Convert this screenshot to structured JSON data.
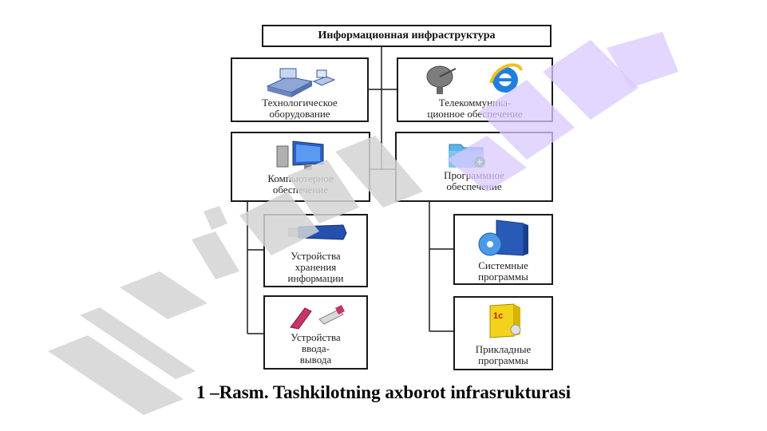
{
  "diagram": {
    "root": "Информационная инфраструктура",
    "nodes": {
      "tech": "Технологическое\nоборудование",
      "telecom": "Телекоммуника-\nционное обеспечение",
      "computer": "Компьютерное\nобеспечение",
      "software": "Программное\nобеспечение",
      "storage": "Устройства\nхранения\nинформации",
      "io": "Устройства\nввода-\nвывода",
      "system": "Системные\nпрограммы",
      "applied": "Прикладные\nпрограммы"
    }
  },
  "caption": "1 –Rasm.  Tashkilotning axborot infrasrukturasi",
  "colors": {
    "line": "#1a1a1a",
    "watermark_gray": "#d4d4d4",
    "watermark_violet": "#d9c8ff"
  }
}
